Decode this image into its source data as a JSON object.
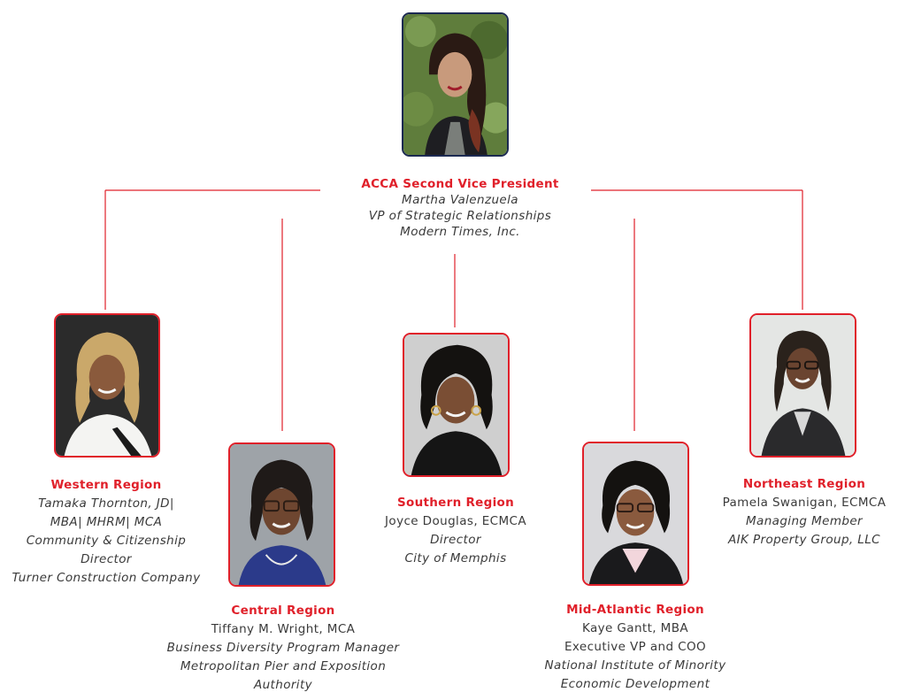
{
  "colors": {
    "accent": "#e0202a",
    "president_border": "#1c2a52",
    "text": "#3a3a3a"
  },
  "president": {
    "title": "ACCA Second Vice President",
    "name": "Martha Valenzuela",
    "role": "VP of Strategic Relationships",
    "company": "Modern Times, Inc."
  },
  "regions": [
    {
      "region": "Western Region",
      "lines": [
        "Tamaka Thornton, JD|",
        "MBA| MHRM| MCA",
        "Community & Citizenship",
        "Director",
        "Turner Construction Company"
      ]
    },
    {
      "region": "Central  Region",
      "lines": [
        "Tiffany M. Wright, MCA",
        "Business Diversity Program Manager",
        "Metropolitan Pier and Exposition",
        "Authority"
      ]
    },
    {
      "region": "Southern Region",
      "lines": [
        "Joyce Douglas, ECMCA",
        "Director",
        "City of Memphis"
      ]
    },
    {
      "region": "Mid-Atlantic Region",
      "lines": [
        "Kaye Gantt, MBA",
        "Executive VP and COO",
        "National Institute of Minority",
        "Economic Development"
      ]
    },
    {
      "region": "Northeast Region",
      "lines": [
        "Pamela Swanigan, ECMCA",
        "Managing Member",
        "AIK Property Group, LLC"
      ]
    }
  ]
}
